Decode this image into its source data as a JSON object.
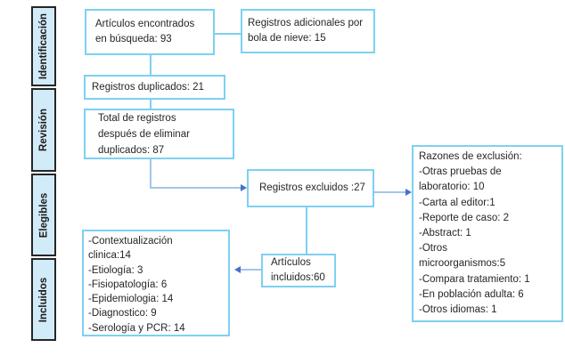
{
  "colors": {
    "box_border": "#7ed0f2",
    "connector": "#7ed0f2",
    "arrow_line": "#a3c6e8",
    "arrow_head": "#4472c4",
    "sidebar_fill": "#d2ebf9",
    "sidebar_border": "#262626",
    "text": "#262626"
  },
  "sidebar": {
    "stages": [
      "Identificación",
      "Revisión",
      "Elegibles",
      "Incluidos"
    ]
  },
  "boxes": {
    "found": {
      "text": "Artículos encontrados\nen búsqueda: 93"
    },
    "additional": {
      "text": "Registros adicionales por\nbola de nieve: 15"
    },
    "duplicates": {
      "text": "Registros duplicados: 21"
    },
    "total": {
      "text": "Total de registros\ndespués de eliminar\nduplicados: 87"
    },
    "excluded": {
      "text": "Registros excluidos :27"
    },
    "exclusion_reasons": {
      "title": "Razones de exclusión:",
      "items": [
        "-Otras pruebas de\nlaboratorio: 10",
        "-Carta al editor:1",
        "-Reporte de caso: 2",
        "-Abstract: 1",
        "-Otros\nmicroorganismos:5",
        "-Compara tratamiento: 1",
        "-En población adulta: 6",
        "-Otros idiomas: 1"
      ]
    },
    "included": {
      "text": "Artículos\nincluidos:60"
    },
    "included_categories": {
      "items": [
        "-Contextualización\nclinica:14",
        "-Etiología: 3",
        "-Fisiopatología: 6",
        "-Epidemiologia: 14",
        "-Diagnostico: 9",
        "-Serología y PCR: 14"
      ]
    }
  }
}
